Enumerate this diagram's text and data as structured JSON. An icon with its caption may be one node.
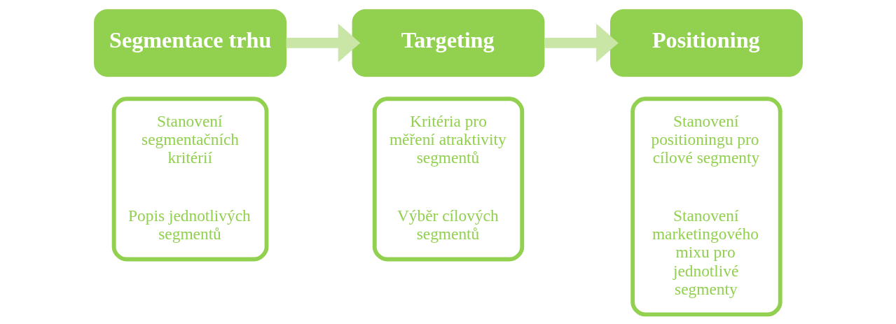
{
  "diagram": {
    "nodes": [
      {
        "text": [
          "Segmentace trhu"
        ]
      },
      {
        "text": [
          "Stanovení segmentačních kritérií",
          "Popis jednotlivých segmentů"
        ]
      },
      {
        "text": [
          "Targeting"
        ]
      },
      {
        "text": [
          "Kritéria pro měření atraktivity segmentů",
          "Výběr cílových segmentů"
        ]
      },
      {
        "text": [
          "Positioning"
        ]
      },
      {
        "text": [
          "Stanovení positioningu pro cílové segmenty",
          "Stanovení marketingového mixu pro jednotlivé segmenty"
        ]
      }
    ],
    "edges": [
      {
        "from": 0,
        "to": 2,
        "arrow": "to"
      },
      {
        "from": 2,
        "to": 4,
        "arrow": "to"
      }
    ]
  }
}
